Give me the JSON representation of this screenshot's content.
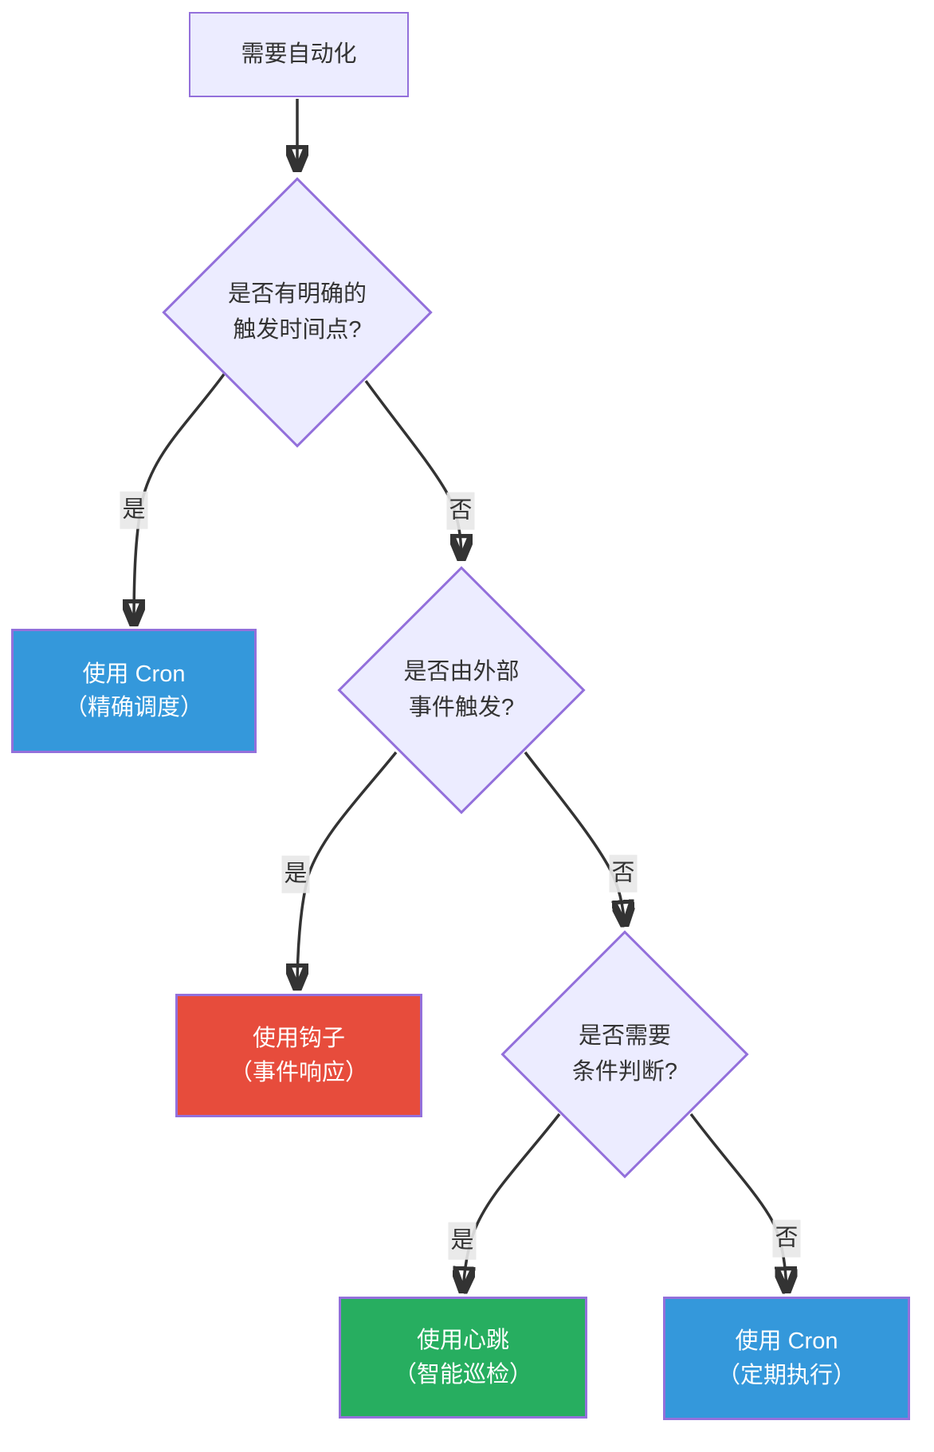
{
  "diagram": {
    "type": "flowchart-decision-tree",
    "background": "#ffffff",
    "colors": {
      "default_node_fill": "#ECECFF",
      "node_border": "#9370DB",
      "edge_line": "#333333",
      "edge_label_bg": "#e8e8e8",
      "dark_text": "#333333",
      "light_text": "#ffffff",
      "cron_blue": "#3498db",
      "hook_red": "#e74c3c",
      "heartbeat_green": "#27ae60"
    },
    "nodes": {
      "start": {
        "shape": "rect",
        "line1": "需要自动化"
      },
      "q_trigger_time": {
        "shape": "diamond",
        "line1": "是否有明确的",
        "line2": "触发时间点?"
      },
      "cron_precise": {
        "shape": "rect",
        "color": "#3498db",
        "line1": "使用 Cron",
        "line2": "（精确调度）"
      },
      "q_external_event": {
        "shape": "diamond",
        "line1": "是否由外部",
        "line2": "事件触发?"
      },
      "hooks": {
        "shape": "rect",
        "color": "#e74c3c",
        "line1": "使用钩子",
        "line2": "（事件响应）"
      },
      "q_condition": {
        "shape": "diamond",
        "line1": "是否需要",
        "line2": "条件判断?"
      },
      "heartbeat": {
        "shape": "rect",
        "color": "#27ae60",
        "line1": "使用心跳",
        "line2": "（智能巡检）"
      },
      "cron_periodic": {
        "shape": "rect",
        "color": "#3498db",
        "line1": "使用 Cron",
        "line2": "（定期执行）"
      }
    },
    "edges": [
      {
        "from": "start",
        "to": "q_trigger_time",
        "label": ""
      },
      {
        "from": "q_trigger_time",
        "to": "cron_precise",
        "label": "是"
      },
      {
        "from": "q_trigger_time",
        "to": "q_external_event",
        "label": "否"
      },
      {
        "from": "q_external_event",
        "to": "hooks",
        "label": "是"
      },
      {
        "from": "q_external_event",
        "to": "q_condition",
        "label": "否"
      },
      {
        "from": "q_condition",
        "to": "heartbeat",
        "label": "是"
      },
      {
        "from": "q_condition",
        "to": "cron_periodic",
        "label": "否"
      }
    ]
  }
}
